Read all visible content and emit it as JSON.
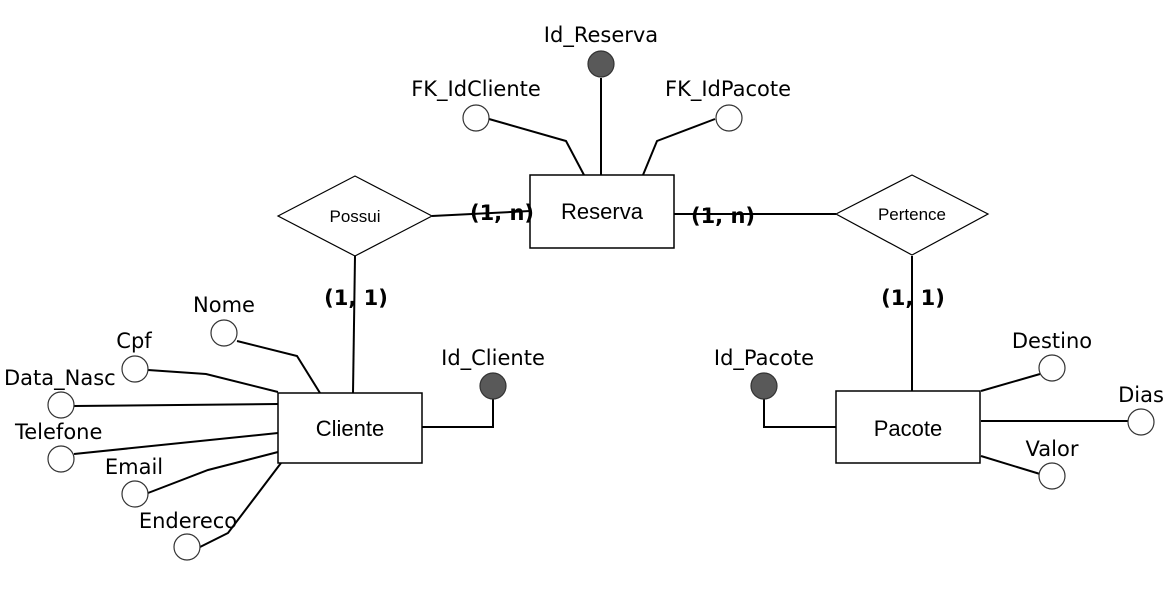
{
  "entities": {
    "reserva": "Reserva",
    "cliente": "Cliente",
    "pacote": "Pacote"
  },
  "relationships": {
    "possui": "Possui",
    "pertence": "Pertence"
  },
  "attributes": {
    "reserva": {
      "id": "Id_Reserva",
      "fk_cliente": "FK_IdCliente",
      "fk_pacote": "FK_IdPacote"
    },
    "cliente": {
      "id": "Id_Cliente",
      "nome": "Nome",
      "cpf": "Cpf",
      "data_nasc": "Data_Nasc",
      "telefone": "Telefone",
      "email": "Email",
      "endereco": "Endereco"
    },
    "pacote": {
      "id": "Id_Pacote",
      "destino": "Destino",
      "dias": "Dias",
      "valor": "Valor"
    }
  },
  "cardinalities": {
    "possui_reserva": "(1, n)",
    "reserva_pertence": "(1, n)",
    "possui_cliente": "(1, 1)",
    "pertence_pacote": "(1, 1)"
  },
  "colors": {
    "key_attribute": "#595959",
    "regular_attribute": "#ffffff",
    "stroke": "#000000"
  }
}
